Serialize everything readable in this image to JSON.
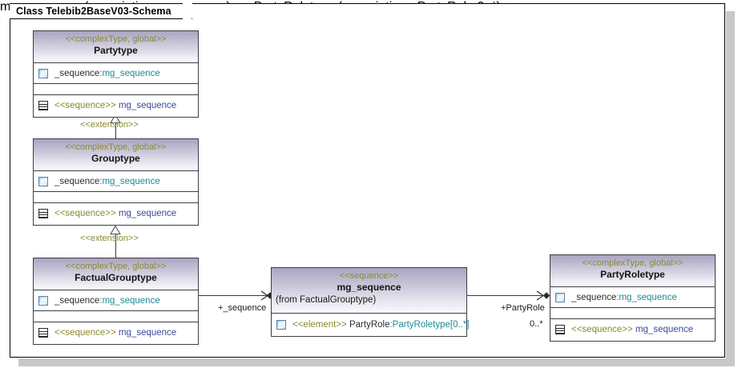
{
  "frame": {
    "tab_label": "Class Telebib2BaseV03-Schema"
  },
  "boxes": [
    {
      "id": "partytype",
      "stereotype": "<<complexType, global>>",
      "name": "Partytype",
      "from": "",
      "attribute_icon": "attribute-icon",
      "attribute_name": "_sequence",
      "attribute_type": ":mg_sequence",
      "sequence_icon": "sequence-icon",
      "sequence_stereotype": "<<sequence>>",
      "sequence_name": "mg_sequence"
    },
    {
      "id": "grouptype",
      "stereotype": "<<complexType, global>>",
      "name": "Grouptype",
      "from": "",
      "attribute_icon": "attribute-icon",
      "attribute_name": "_sequence",
      "attribute_type": ":mg_sequence",
      "sequence_icon": "sequence-icon",
      "sequence_stereotype": "<<sequence>>",
      "sequence_name": "mg_sequence"
    },
    {
      "id": "factualgrouptype",
      "stereotype": "<<complexType, global>>",
      "name": "FactualGrouptype",
      "from": "",
      "attribute_icon": "attribute-icon",
      "attribute_name": "_sequence",
      "attribute_type": ":mg_sequence",
      "sequence_icon": "sequence-icon",
      "sequence_stereotype": "<<sequence>>",
      "sequence_name": "mg_sequence"
    },
    {
      "id": "mg_sequence",
      "stereotype": "<<sequence>>",
      "name": "mg_sequence",
      "from": "(from FactualGrouptype)",
      "element_icon": "attribute-icon",
      "element_stereotype": "<<element>>",
      "element_name": "PartyRole",
      "element_type": ":PartyRoletype[0..*]"
    },
    {
      "id": "partyroletype",
      "stereotype": "<<complexType, global>>",
      "name": "PartyRoletype",
      "from": "",
      "attribute_icon": "attribute-icon",
      "attribute_name": "_sequence",
      "attribute_type": ":mg_sequence",
      "sequence_icon": "sequence-icon",
      "sequence_stereotype": "<<sequence>>",
      "sequence_name": "mg_sequence"
    }
  ],
  "connectors": {
    "extension_1_label": "<<extension>>",
    "extension_2_label": "<<extension>>",
    "assoc_sequence_role": "+_sequence",
    "assoc_partyrole_role": "+PartyRole",
    "assoc_partyrole_multiplicity": "0..*"
  },
  "colors": {
    "stereotype": "#8a8a2e",
    "type_text": "#1d8a93",
    "sequence_name": "#3b4b9a",
    "header_gradient_top": "#a9a5c0",
    "header_gradient_bottom": "#fbfbfd",
    "box_border": "#3c3c46",
    "shadow": "#c8c8c8"
  }
}
